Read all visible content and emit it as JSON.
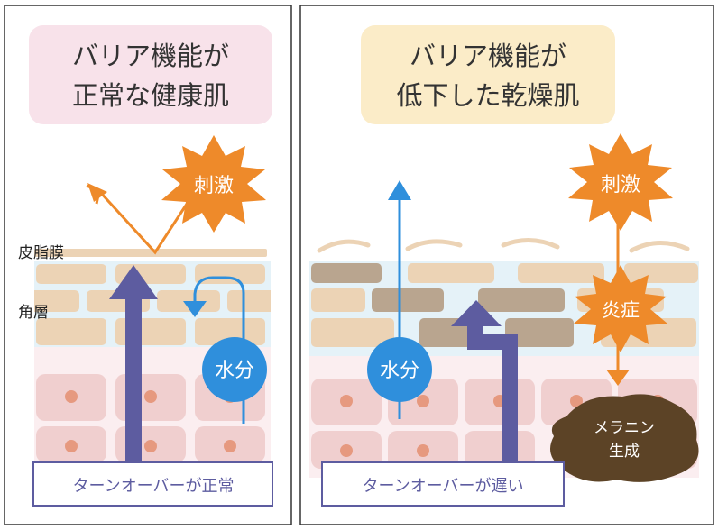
{
  "left_panel": {
    "title_line1": "バリア機能が",
    "title_line2": "正常な健康肌",
    "label_sebum": "皮脂膜",
    "label_stratum": "角層",
    "stimulus": "刺激",
    "water": "水分",
    "turnover": "ターンオーバーが正常"
  },
  "right_panel": {
    "title_line1": "バリア機能が",
    "title_line2": "低下した乾燥肌",
    "stimulus": "刺激",
    "inflammation": "炎症",
    "water": "水分",
    "melanin_line1": "メラニン",
    "melanin_line2": "生成",
    "turnover": "ターンオーバーが遅い"
  },
  "colors": {
    "title_left_bg": "#f8e2ea",
    "title_right_bg": "#fbecc8",
    "orange": "#ee8a2a",
    "blue": "#2f8fdc",
    "purple": "#5d5ca0",
    "brick": "#ecd3b5",
    "brick_dark": "#b9a58f",
    "cell": "#f0cfcf",
    "nucleus": "#e6997f",
    "melanin": "#5c4326"
  }
}
